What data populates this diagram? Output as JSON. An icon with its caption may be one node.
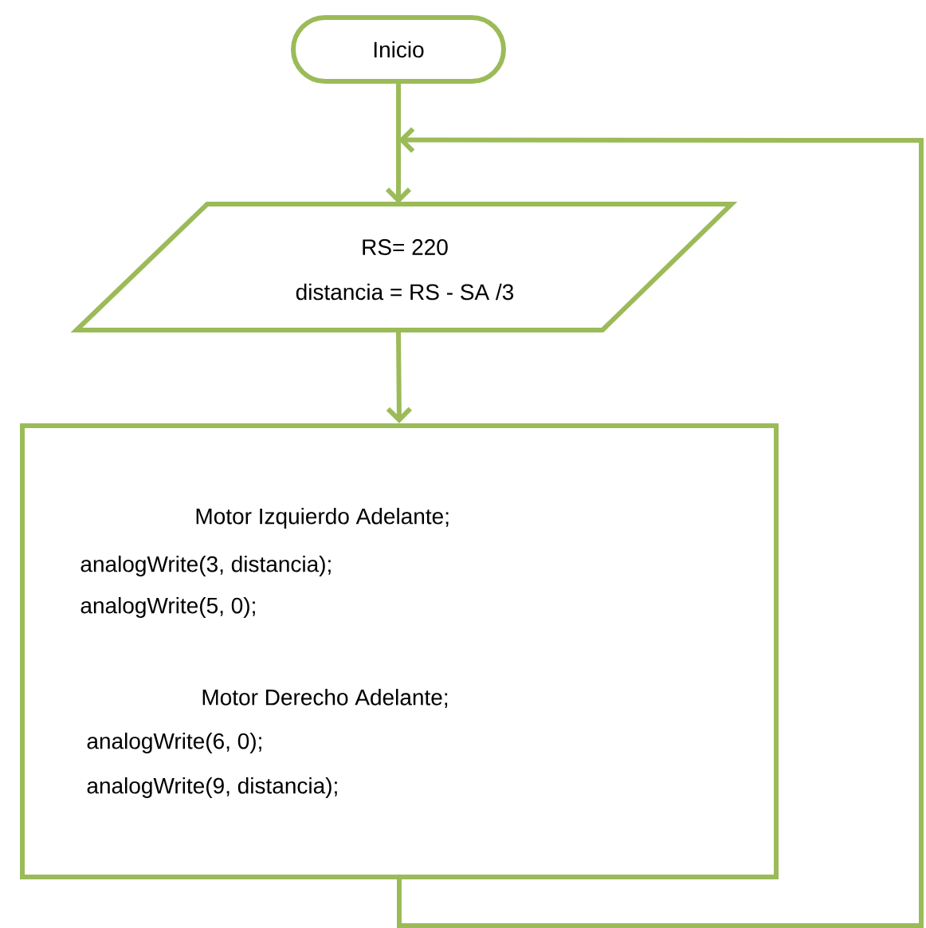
{
  "diagram": {
    "nodes": [
      {
        "text": [
          "Inicio"
        ]
      },
      {
        "text": [
          "RS= 220",
          "distancia =  RS -  SA /3"
        ]
      },
      {
        "text": [
          "Motor Izquierdo  Adelante;",
          "analogWrite(3, distancia);",
          "analogWrite(5, 0);",
          "Motor Derecho  Adelante;",
          "analogWrite(6, 0);",
          "analogWrite(9, distancia);"
        ]
      }
    ],
    "edges": [
      {
        "from": 0,
        "to": 1,
        "arrow": "to"
      },
      {
        "from": 1,
        "to": 2,
        "arrow": "to"
      },
      {
        "from": 2,
        "to": 1,
        "arrow": "to"
      }
    ]
  }
}
